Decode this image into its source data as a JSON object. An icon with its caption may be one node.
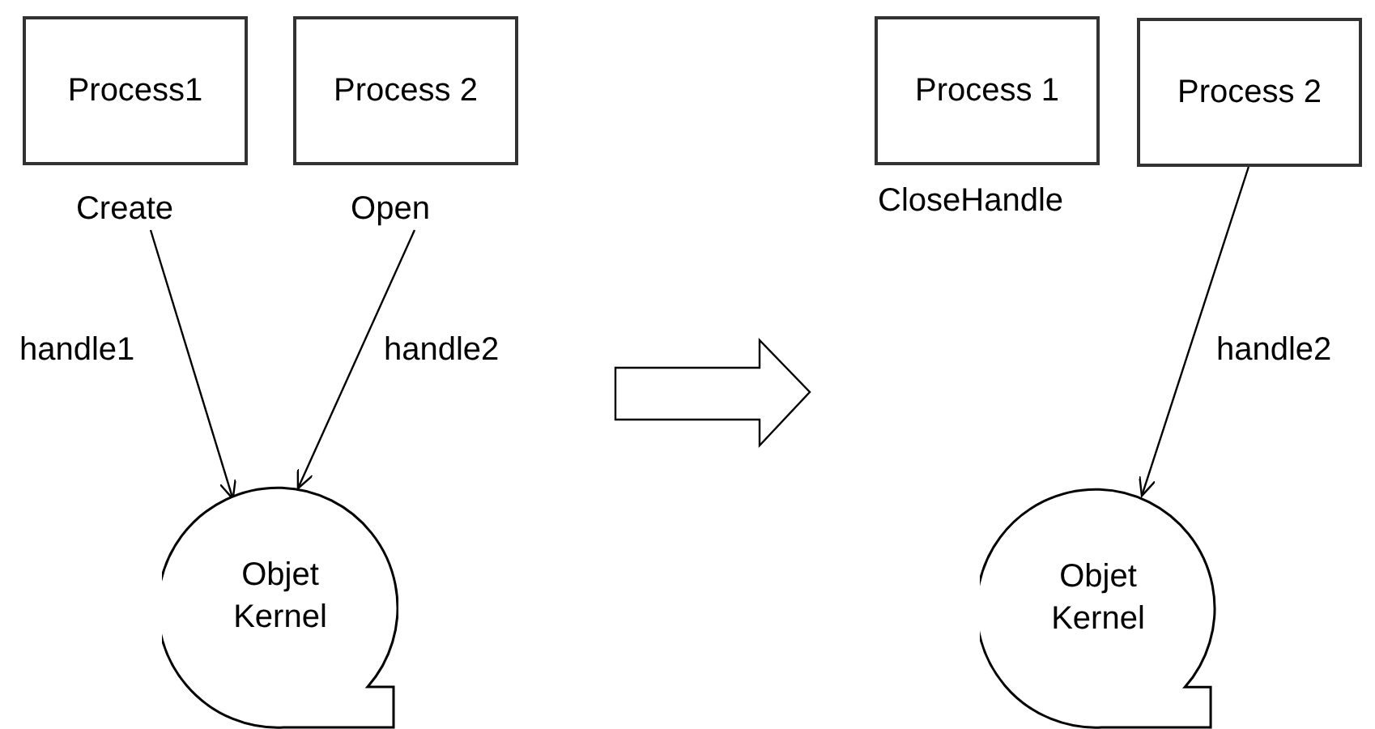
{
  "diagram": {
    "nodes": [
      {
        "text": [
          "Process1"
        ]
      },
      {
        "text": [
          "Process 2"
        ]
      },
      {
        "text": [
          "Create"
        ]
      },
      {
        "text": [
          "Open"
        ]
      },
      {
        "text": [
          "Objet Kernel"
        ]
      },
      {
        "text": [
          "Process 1"
        ],
        "beside": [
          "CloseHandle"
        ]
      },
      {
        "text": [
          "Process 2"
        ]
      },
      {
        "text": [
          "Objet Kernel"
        ]
      }
    ],
    "edges": [
      {
        "from": 2,
        "to": 4,
        "arrow": "to",
        "label": "handle1"
      },
      {
        "from": 3,
        "to": 4,
        "arrow": "to",
        "label": "handle2"
      },
      {
        "from": 6,
        "to": 7,
        "arrow": "to",
        "label": "handle2"
      }
    ]
  }
}
